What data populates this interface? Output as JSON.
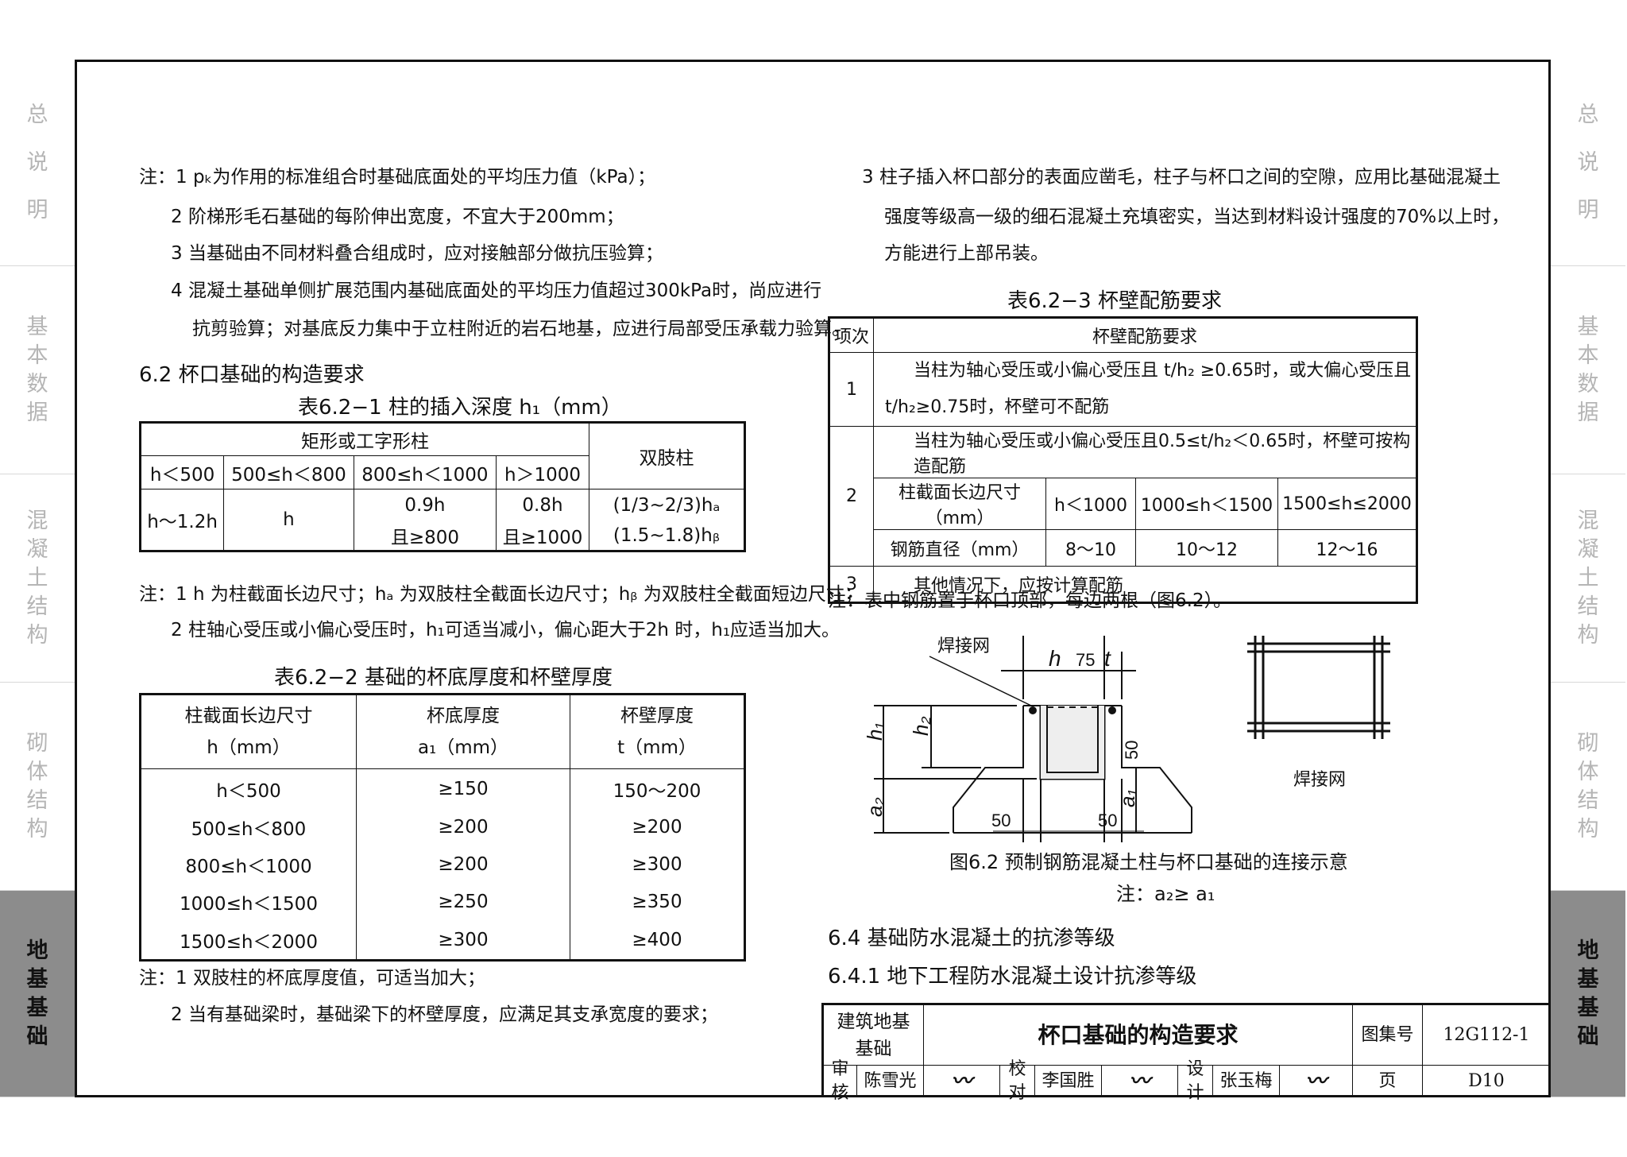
{
  "sidebar": {
    "tabs": [
      {
        "label": "总说明"
      },
      {
        "label": "基本数据"
      },
      {
        "label": "混凝土结构"
      },
      {
        "label": "砌体结构"
      },
      {
        "label": "地基基础"
      }
    ]
  },
  "left": {
    "note1_lines": [
      "注：1  pₖ为作用的标准组合时基础底面处的平均压力值（kPa）；",
      "2  阶梯形毛石基础的每阶伸出宽度，不宜大于200mm；",
      "3  当基础由不同材料叠合组成时，应对接触部分做抗压验算；",
      "4  混凝土基础单侧扩展范围内基础底面处的平均压力值超过300kPa时，尚应进行",
      "抗剪验算；对基底反力集中于立柱附近的岩石地基，应进行局部受压承载力验算。"
    ],
    "section_6_2": "6.2   杯口基础的构造要求",
    "table1_title": "表6.2−1   柱的插入深度 h₁（mm）",
    "table1": {
      "group_header": "矩形或工字形柱",
      "double_header": "双肢柱",
      "col_headers": [
        "h＜500",
        "500≤h＜800",
        "800≤h＜1000",
        "h＞1000"
      ],
      "row": [
        "h～1.2h",
        "h",
        "0.9h",
        "0.8h",
        "(1/3~2/3)hₐ"
      ],
      "row2": [
        "且≥800",
        "且≥1000",
        "(1.5~1.8)hᵦ"
      ]
    },
    "note2_lines": [
      "注：1  h 为柱截面长边尺寸；hₐ 为双肢柱全截面长边尺寸；hᵦ 为双肢柱全截面短边尺寸；",
      "2  柱轴心受压或小偏心受压时，h₁可适当减小，偏心距大于2h 时，h₁应适当加大。"
    ],
    "table2_title": "表6.2−2    基础的杯底厚度和杯壁厚度",
    "table2": {
      "headers": [
        [
          "柱截面长边尺寸",
          "h（mm）"
        ],
        [
          "杯底厚度",
          "a₁（mm）"
        ],
        [
          "杯壁厚度",
          "t（mm）"
        ]
      ],
      "rows": [
        [
          "h＜500",
          "≥150",
          "150～200"
        ],
        [
          "500≤h＜800",
          "≥200",
          "≥200"
        ],
        [
          "800≤h＜1000",
          "≥200",
          "≥300"
        ],
        [
          "1000≤h＜1500",
          "≥250",
          "≥350"
        ],
        [
          "1500≤h＜2000",
          "≥300",
          "≥400"
        ]
      ]
    },
    "note3_lines": [
      "注：1  双肢柱的杯底厚度值，可适当加大；",
      "2  当有基础梁时，基础梁下的杯壁厚度，应满足其支承宽度的要求；"
    ]
  },
  "right": {
    "note_lines": [
      "3  柱子插入杯口部分的表面应凿毛，柱子与杯口之间的空隙，应用比基础混凝土",
      "强度等级高一级的细石混凝土充填密实，当达到材料设计强度的70%以上时，",
      "方能进行上部吊装。"
    ],
    "table3_title": "表6.2−3    杯壁配筋要求",
    "table3": {
      "h_item": "项次",
      "h_req": "杯壁配筋要求",
      "r1_no": "1",
      "r1_l1": "当柱为轴心受压或小偏心受压且 t/h₂ ≥0.65时，或大偏心受压且",
      "r1_l2": "t/h₂≥0.75时，杯壁可不配筋",
      "r2_no": "2",
      "r2_l1": "当柱为轴心受压或小偏心受压且0.5≤t/h₂＜0.65时，杯壁可按构造配筋",
      "r2_cells": [
        "柱截面长边尺寸（mm）",
        "h＜1000",
        "1000≤h＜1500",
        "1500≤h≤2000"
      ],
      "r2_cells2": [
        "钢筋直径（mm）",
        "8～10",
        "10～12",
        "12～16"
      ],
      "r3_no": "3",
      "r3_text": "其他情况下，应按计算配筋"
    },
    "table3_note": "注：表中钢筋置于杯口顶部，每边两根（图6.2）。",
    "fig": {
      "label_mesh": "焊接网",
      "label_h": "h",
      "label_75": "75",
      "label_t": "t",
      "label_h1": "h₁",
      "label_h2": "h₂",
      "label_a1": "a₁",
      "label_a2": "a₂",
      "label_50a": "50",
      "label_50b": "50",
      "label_50c": "50",
      "label_mesh2": "焊接网",
      "caption": "图6.2    预制钢筋混凝土柱与杯口基础的连接示意",
      "caption_note": "注：a₂≥ a₁"
    },
    "section_6_4": "6.4    基础防水混凝土的抗渗等级",
    "section_6_4_1": "6.4.1    地下工程防水混凝土设计抗渗等级"
  },
  "title_block": {
    "category": "建筑地基基础",
    "title": "杯口基础的构造要求",
    "atlas_label": "图集号",
    "atlas_no": "12G112-1",
    "review_label": "审核",
    "reviewer": "陈雪光",
    "check_label": "校对",
    "checker": "李国胜",
    "design_label": "设计",
    "designer": "张玉梅",
    "page_label": "页",
    "page_no": "D10"
  }
}
